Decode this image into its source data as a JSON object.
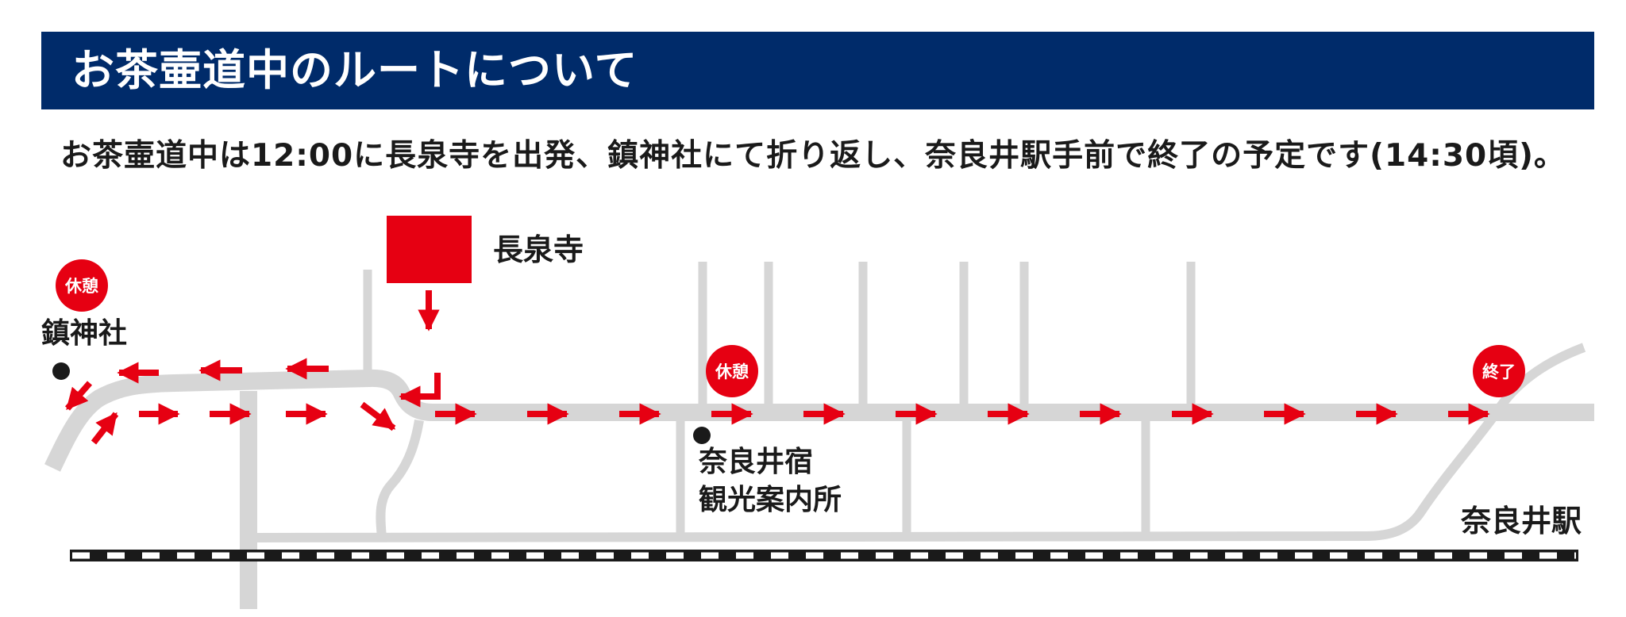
{
  "header": {
    "title": "お茶壷道中のルートについて"
  },
  "intro": {
    "text": "お茶壷道中は12:00に長泉寺を出発、鎮神社にて折り返し、奈良井駅手前で終了の予定です(14:30頃)。"
  },
  "map": {
    "places": {
      "start_temple": "長泉寺",
      "shrine": "鎮神社",
      "info_center_line1": "奈良井宿",
      "info_center_line2": "観光案内所",
      "station": "奈良井駅"
    },
    "badges": {
      "rest_shrine": "休憩",
      "rest_center": "休憩",
      "end": "終了"
    },
    "colors": {
      "header_bg": "#002b6a",
      "route": "#e60012",
      "road": "#d6d6d6",
      "rail": "#1a1a1a"
    }
  }
}
